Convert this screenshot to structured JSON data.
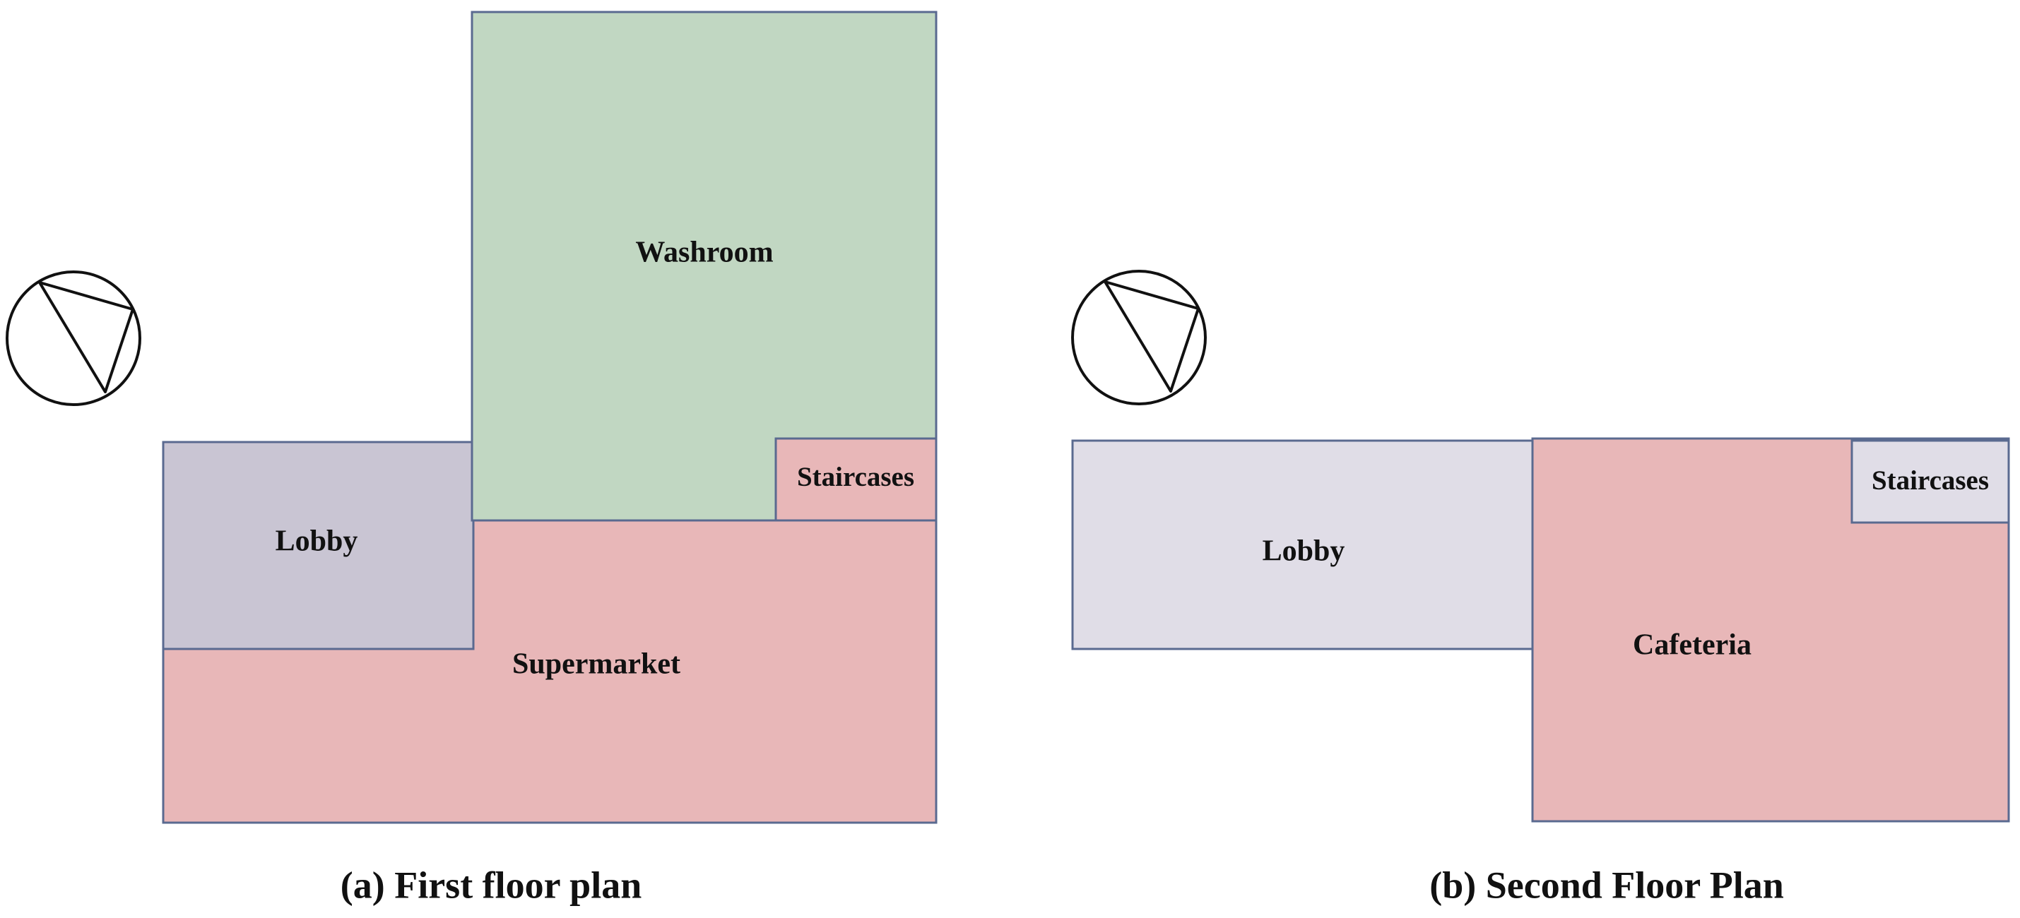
{
  "colors": {
    "washroom": "#c1d7c2",
    "supermarket": "#e8b7b8",
    "staircases_first": "#e8b7b8",
    "lobby_first": "#c9c5d3",
    "lobby_second": "#e0dde7",
    "cafeteria": "#e8b7b8",
    "staircases_second": "#e0dde7",
    "outline": "#5a6a90"
  },
  "plans": [
    {
      "caption": "(a) First floor plan",
      "compass_icon": "north-arrow-icon",
      "rooms": [
        {
          "id": "washroom",
          "label": "Washroom"
        },
        {
          "id": "supermarket",
          "label": "Supermarket"
        },
        {
          "id": "staircases",
          "label": "Staircases"
        },
        {
          "id": "lobby",
          "label": "Lobby"
        }
      ]
    },
    {
      "caption": "(b) Second Floor Plan",
      "compass_icon": "north-arrow-icon",
      "rooms": [
        {
          "id": "lobby",
          "label": "Lobby"
        },
        {
          "id": "cafeteria",
          "label": "Cafeteria"
        },
        {
          "id": "staircases",
          "label": "Staircases"
        }
      ]
    }
  ]
}
